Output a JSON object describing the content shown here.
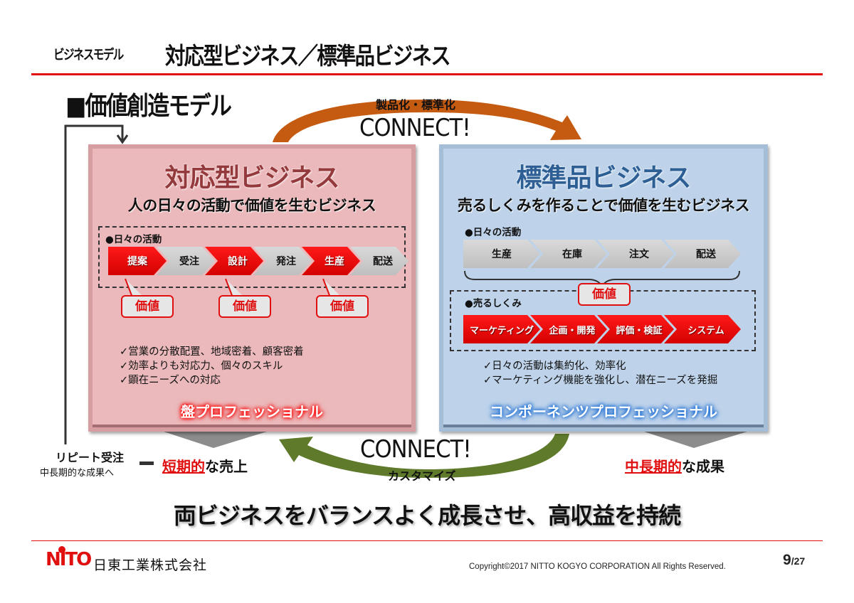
{
  "header": {
    "category": "ビジネスモデル",
    "title": "対応型ビジネス／標準品ビジネス"
  },
  "section_title": "■価値創造モデル",
  "top_arrow": {
    "caption": "製品化・標準化",
    "connect": "CONNECT!",
    "color": "#c55a11"
  },
  "bottom_arrow": {
    "caption": "カスタマイズ",
    "connect": "CONNECT!",
    "color": "#5e7a2a"
  },
  "left_box": {
    "title": "対応型ビジネス",
    "subtitle": "人の日々の活動で価値を生むビジネス",
    "group_label": "●日々の活動",
    "steps": [
      {
        "label": "提案",
        "highlight": true
      },
      {
        "label": "受注",
        "highlight": false
      },
      {
        "label": "設計",
        "highlight": true
      },
      {
        "label": "発注",
        "highlight": false
      },
      {
        "label": "生産",
        "highlight": true
      },
      {
        "label": "配送",
        "highlight": false
      }
    ],
    "value_tags": [
      "価値",
      "価値",
      "価値"
    ],
    "checks": [
      "営業の分散配置、地域密着、顧客密着",
      "効率よりも対応力、個々のスキル",
      "顕在ニーズへの対応"
    ],
    "professional": "盤プロフェッショナル",
    "colors": {
      "fill": "#ebb9bb",
      "title": "#943a3d"
    }
  },
  "right_box": {
    "title": "標準品ビジネス",
    "subtitle": "売るしくみを作ることで価値を生むビジネス",
    "activity_label": "●日々の活動",
    "activity_steps": [
      "生産",
      "在庫",
      "注文",
      "配送"
    ],
    "value_tag": "価値",
    "mechanism_label": "●売るしくみ",
    "mechanism_steps": [
      "マーケティング",
      "企画・開発",
      "評価・検証",
      "システム"
    ],
    "checks": [
      "日々の活動は集約化、効率化",
      "マーケティング機能を強化し、潜在ニーズを発掘"
    ],
    "professional": "コンポーネンツプロフェッショナル",
    "colors": {
      "fill": "#bed3ea",
      "title": "#2d5f94"
    }
  },
  "loop": {
    "label": "リピート受注",
    "sublabel": "中長期的な成果へ"
  },
  "short_term": {
    "highlight": "短期的",
    "rest": "な売上"
  },
  "long_term": {
    "highlight": "中長期的",
    "rest": "な成果"
  },
  "conclusion": "両ビジネスをバランスよく成長させ、高収益を持続",
  "footer": {
    "logo": "NITO",
    "company": "日東工業株式会社",
    "copyright": "Copyright©2017 NITTO KOGYO CORPORATION All Rights Reserved.",
    "page_current": "9",
    "page_total": "/27"
  }
}
